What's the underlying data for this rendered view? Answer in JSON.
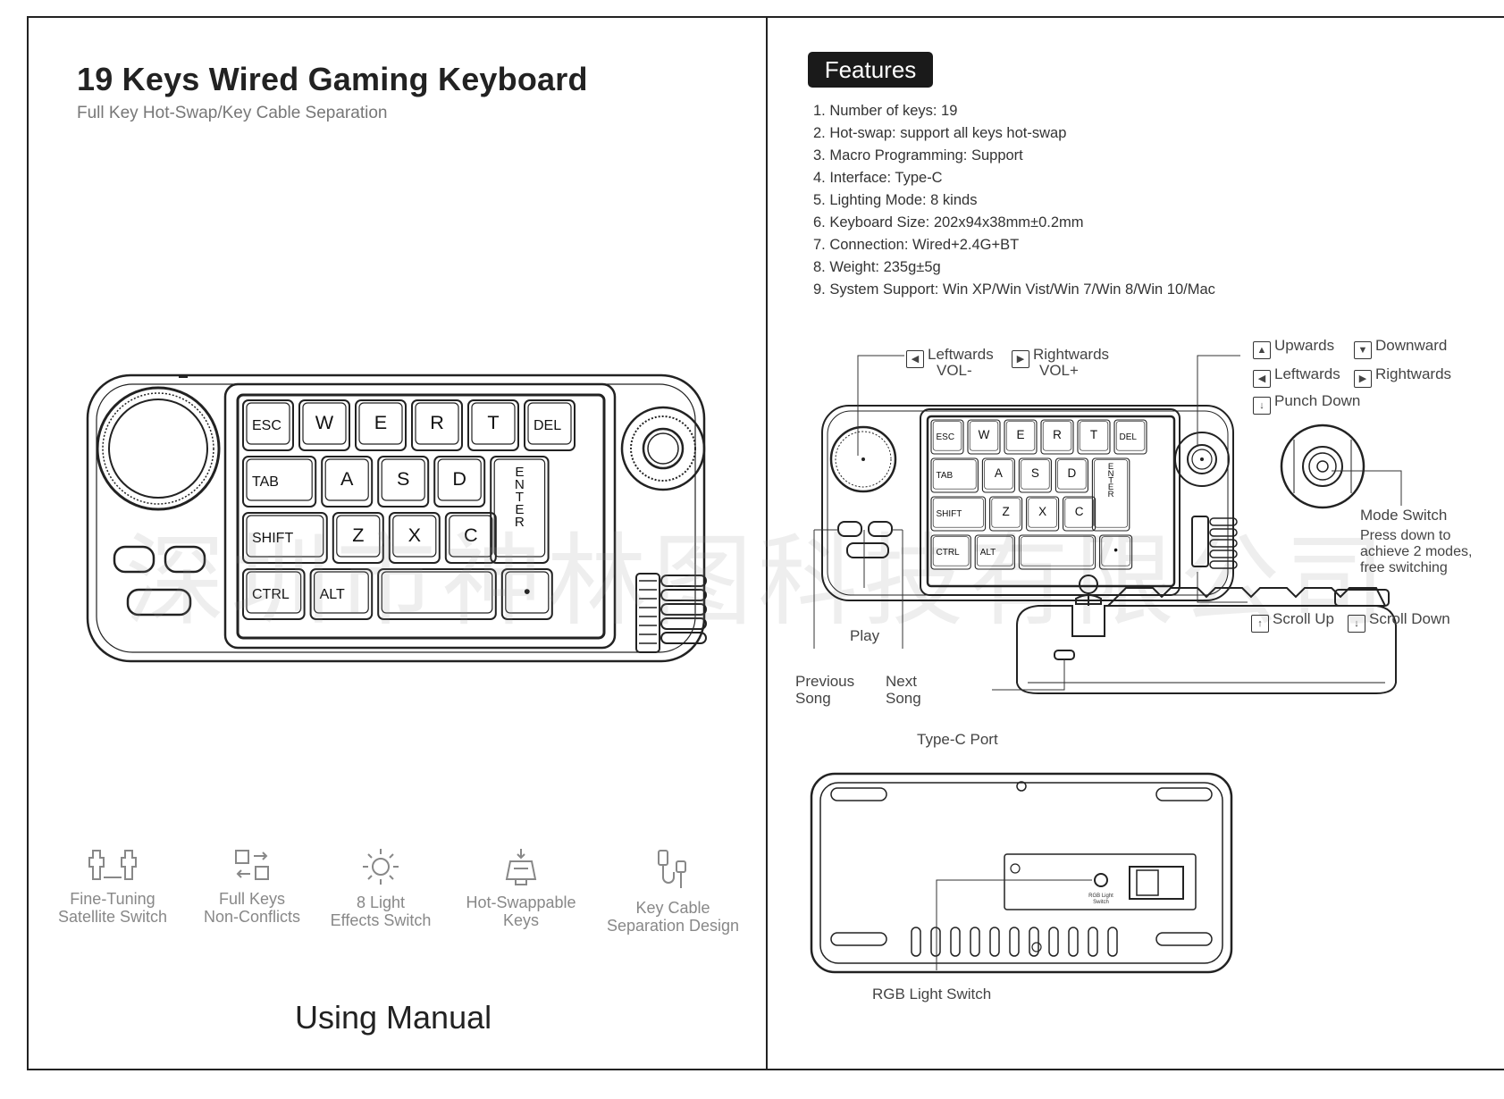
{
  "left": {
    "title": "19 Keys Wired Gaming Keyboard",
    "subtitle": "Full Key Hot-Swap/Key Cable Separation",
    "footer": "Using Manual",
    "keys": {
      "row1": [
        "ESC",
        "W",
        "E",
        "R",
        "T",
        "DEL"
      ],
      "row2": [
        "TAB",
        "A",
        "S",
        "D"
      ],
      "enter": "ENTER",
      "row3": [
        "SHIFT",
        "Z",
        "X",
        "C"
      ],
      "row4": [
        "CTRL",
        "ALT",
        "",
        "•"
      ]
    },
    "feature_icons": [
      {
        "icon": "satellite-switch-icon",
        "line1": "Fine-Tuning",
        "line2": "Satellite Switch"
      },
      {
        "icon": "full-keys-icon",
        "line1": "Full Keys",
        "line2": "Non-Conflicts"
      },
      {
        "icon": "light-sun-icon",
        "line1": "8 Light",
        "line2": "Effects Switch"
      },
      {
        "icon": "hot-swap-key-icon",
        "line1": "Hot-Swappable",
        "line2": "Keys"
      },
      {
        "icon": "cable-icon",
        "line1": "Key Cable",
        "line2": "Separation Design"
      }
    ]
  },
  "right": {
    "features_title": "Features",
    "features": [
      "1. Number of keys: 19",
      "2. Hot-swap: support all keys hot-swap",
      "3. Macro Programming: Support",
      "4. Interface: Type-C",
      "5. Lighting Mode: 8 kinds",
      "6. Keyboard Size: 202x94x38mm±0.2mm",
      "7. Connection: Wired+2.4G+BT",
      "8. Weight: 235g±5g",
      "9. System Support: Win XP/Win Vist/Win 7/Win 8/Win 10/Mac"
    ],
    "labels": {
      "leftwards_vol": "Leftwards",
      "vol_minus": "VOL-",
      "rightwards_vol": "Rightwards",
      "vol_plus": "VOL+",
      "upwards": "Upwards",
      "downward": "Downward",
      "leftwards": "Leftwards",
      "rightwards": "Rightwards",
      "punch_down": "Punch Down",
      "mode_switch": "Mode Switch",
      "mode_desc1": "Press down to",
      "mode_desc2": "achieve 2 modes,",
      "mode_desc3": "free switching",
      "scroll_up": "Scroll Up",
      "scroll_down": "Scroll Down",
      "play": "Play",
      "prev1": "Previous",
      "prev2": "Song",
      "next1": "Next",
      "next2": "Song",
      "type_c": "Type-C Port",
      "rgb": "RGB Light Switch",
      "rgb_small1": "RGB Light",
      "rgb_small2": "Switch"
    },
    "small_keys": {
      "row1": [
        "ESC",
        "W",
        "E",
        "R",
        "T",
        "DEL"
      ],
      "row2": [
        "TAB",
        "A",
        "S",
        "D"
      ],
      "row3": [
        "SHIFT",
        "Z",
        "X",
        "C"
      ],
      "row4": [
        "CTRL",
        "ALT",
        "",
        "•"
      ],
      "enter": "ENTER"
    }
  },
  "watermark": "深圳市神林图科技有限公司"
}
